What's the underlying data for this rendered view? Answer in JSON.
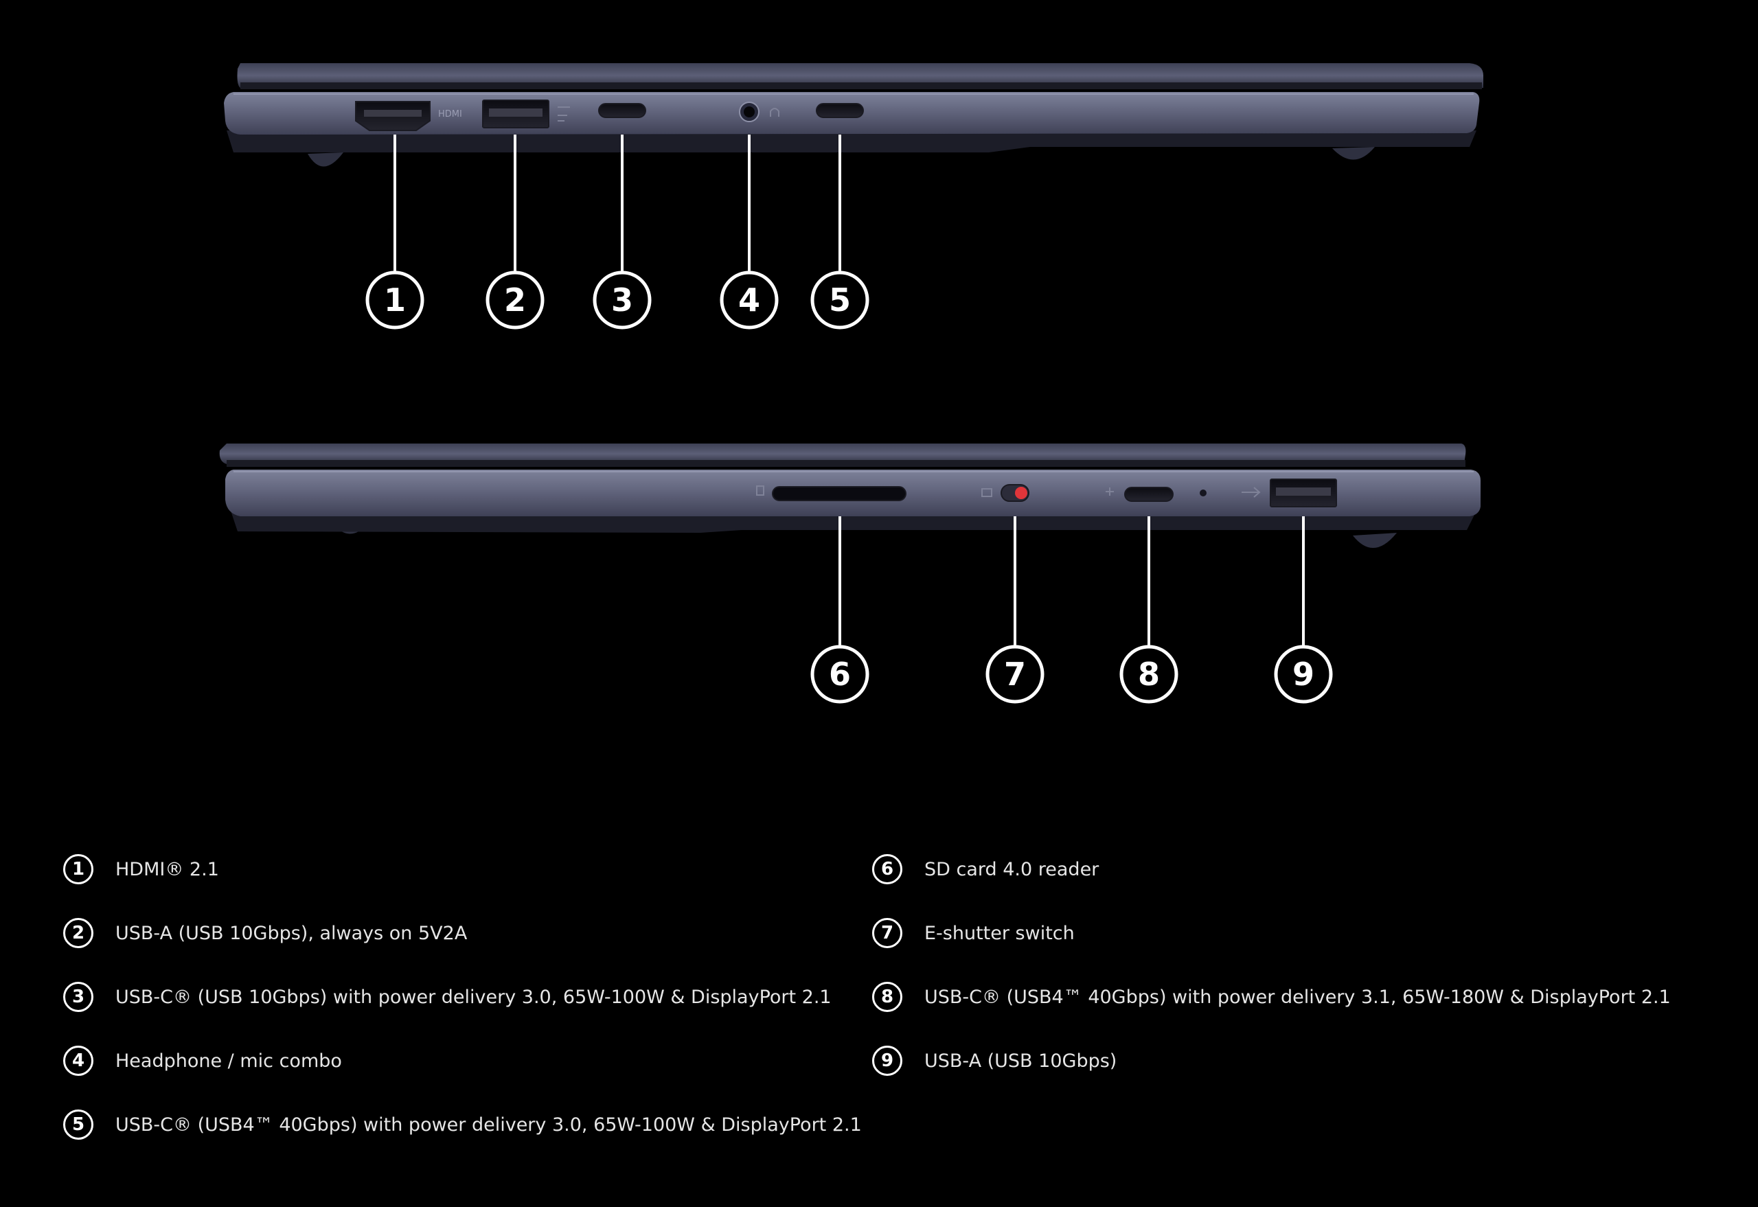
{
  "colors": {
    "background": "#000000",
    "chassis": "#5a5d74",
    "chassis_dark": "#2a2c3c",
    "chassis_edge": "#8a8ea6",
    "callout": "#ffffff",
    "shutter_red": "#e0353a"
  },
  "port_labels": {
    "hdmi_text": "HDMI"
  },
  "callouts": {
    "left_side": [
      "1",
      "2",
      "3",
      "4",
      "5"
    ],
    "right_side": [
      "6",
      "7",
      "8",
      "9"
    ]
  },
  "legend": [
    {
      "num": "1",
      "label": "HDMI® 2.1"
    },
    {
      "num": "2",
      "label": "USB-A (USB 10Gbps), always on 5V2A"
    },
    {
      "num": "3",
      "label": "USB-C® (USB 10Gbps) with power delivery 3.0, 65W-100W & DisplayPort 2.1"
    },
    {
      "num": "4",
      "label": "Headphone / mic combo"
    },
    {
      "num": "5",
      "label": "USB-C® (USB4™ 40Gbps) with power delivery 3.0, 65W-100W & DisplayPort 2.1"
    },
    {
      "num": "6",
      "label": "SD card 4.0 reader"
    },
    {
      "num": "7",
      "label": "E-shutter switch"
    },
    {
      "num": "8",
      "label": "USB-C® (USB4™ 40Gbps) with power delivery 3.1, 65W-180W & DisplayPort 2.1"
    },
    {
      "num": "9",
      "label": "USB-A (USB 10Gbps)"
    }
  ]
}
